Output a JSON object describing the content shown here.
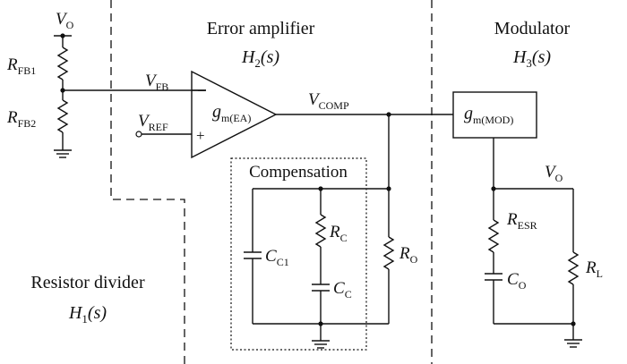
{
  "sections": {
    "error_amplifier": {
      "title": "Error amplifier",
      "fn_letter": "H",
      "fn_sub": "2",
      "fn_arg": "(s)"
    },
    "modulator": {
      "title": "Modulator",
      "fn_letter": "H",
      "fn_sub": "3",
      "fn_arg": "(s)"
    },
    "divider": {
      "title": "Resistor divider",
      "fn_letter": "H",
      "fn_sub": "1",
      "fn_arg": "(s)"
    },
    "compensation": {
      "title": "Compensation"
    }
  },
  "signals": {
    "vo_top": {
      "main": "V",
      "sub": "O"
    },
    "vfb": {
      "main": "V",
      "sub": "FB"
    },
    "vref": {
      "main": "V",
      "sub": "REF"
    },
    "vcomp": {
      "main": "V",
      "sub": "COMP"
    },
    "vo_out": {
      "main": "V",
      "sub": "O"
    }
  },
  "components": {
    "rfb1": {
      "main": "R",
      "sub": "FB1"
    },
    "rfb2": {
      "main": "R",
      "sub": "FB2"
    },
    "ea": {
      "main": "g",
      "sub": "m(EA)"
    },
    "minus": "−",
    "plus": "+",
    "mod": {
      "main": "g",
      "sub": "m(MOD)"
    },
    "rc": {
      "main": "R",
      "sub": "C"
    },
    "cc": {
      "main": "C",
      "sub": "C"
    },
    "cc1": {
      "main": "C",
      "sub": "C1"
    },
    "ro": {
      "main": "R",
      "sub": "O"
    },
    "resr": {
      "main": "R",
      "sub": "ESR"
    },
    "co": {
      "main": "C",
      "sub": "O"
    },
    "rl": {
      "main": "R",
      "sub": "L"
    }
  }
}
